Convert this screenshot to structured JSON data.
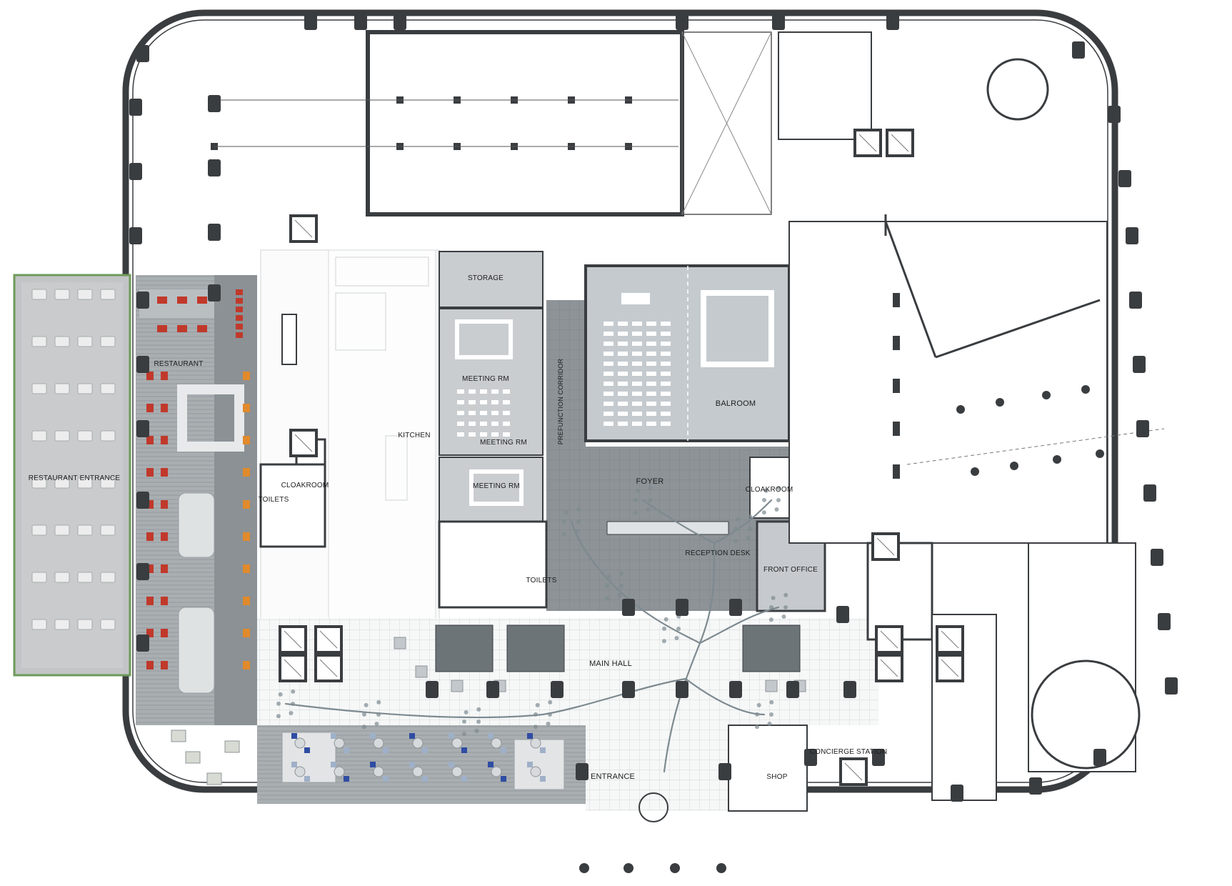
{
  "rooms": {
    "restaurant_entrance": "RESTAURANT ENTRANCE",
    "restaurant": "RESTAURANT",
    "kitchen": "KITCHEN",
    "storage": "STORAGE",
    "meeting_rm_1": "MEETING RM",
    "meeting_rm_2": "MEETING RM",
    "meeting_rm_3": "MEETING RM",
    "prefunction_corridor": "PREFUNCTION CORRIDOR",
    "ballroom": "BALROOM",
    "foyer": "FOYER",
    "cloakroom_left": "CLOAKROOM",
    "cloakroom_right": "CLOAKROOM",
    "toilets_left": "TOILETS",
    "toilets_mid": "TOILETS",
    "reception_desk": "RECEPTION DESK",
    "front_office": "FRONT OFFICE",
    "main_hall": "MAIN HALL",
    "entrance": "ENTRANCE",
    "shop": "SHOP",
    "concierge_station": "CONCIERGE STATION"
  },
  "colors": {
    "wall": "#3a3d40",
    "hatched_floor": "#8c9296",
    "meeting_fill": "#c9cdd0",
    "ballroom_fill": "#c4cace",
    "terrace_fill": "#c2c4c6",
    "terrace_border": "#6e9a5a",
    "chair_red": "#c0392b",
    "chair_orange": "#e08a2c",
    "chair_blue": "#2f4da3",
    "tree": "#7d8a90"
  }
}
